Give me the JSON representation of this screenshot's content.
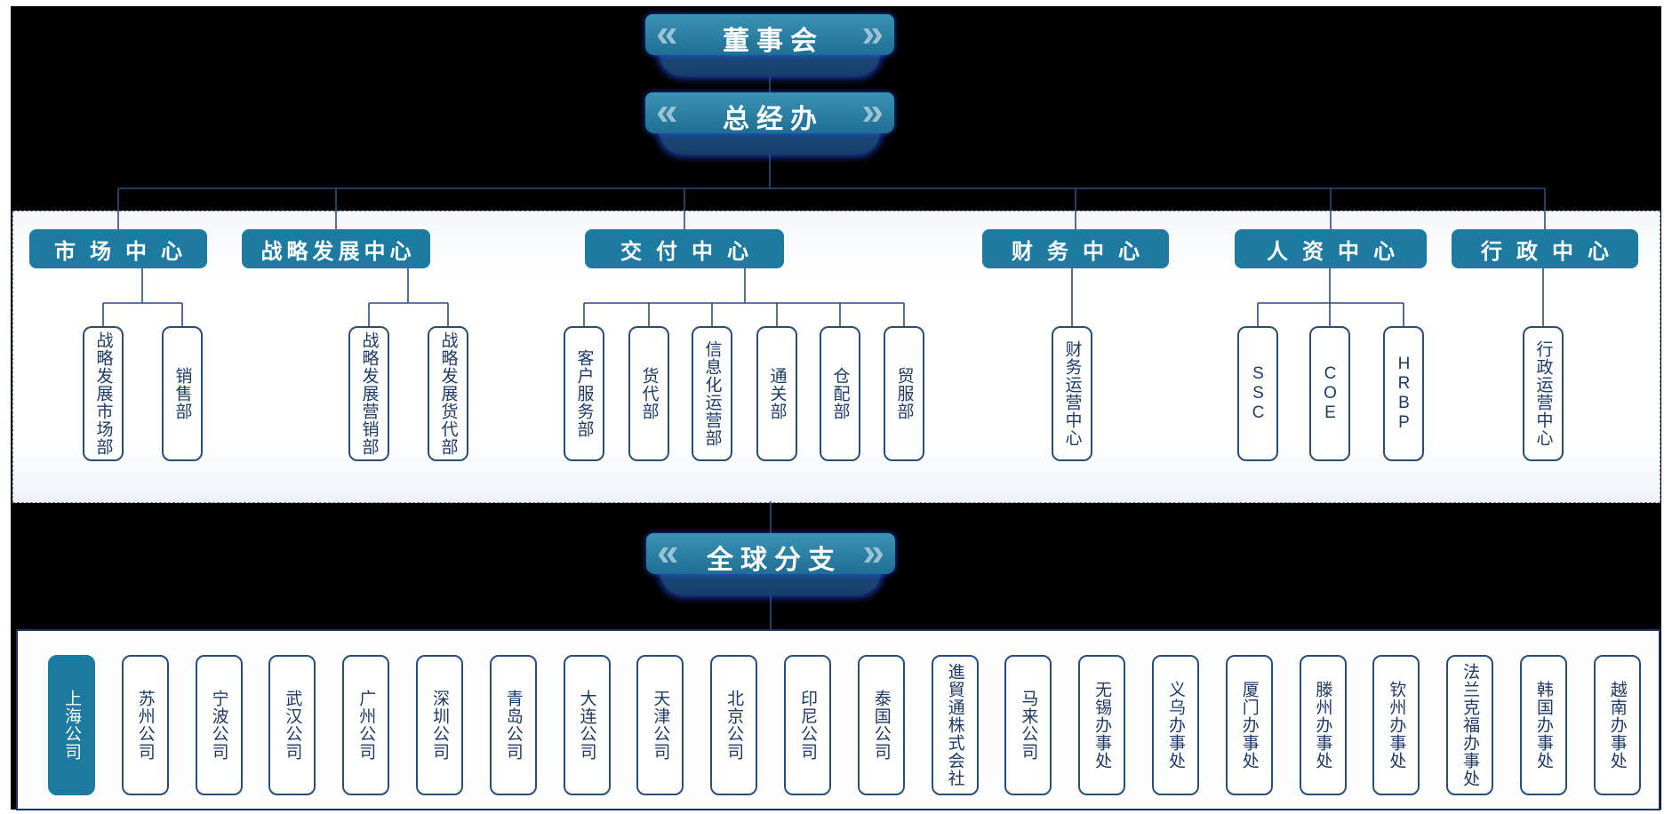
{
  "colors": {
    "accent_teal": "#1d7ba2",
    "badge_band_top": "#3a93b4",
    "badge_band_bottom": "#1f6e94",
    "badge_under": "#1e5a90",
    "badge_glow_blue": "#2855ff",
    "chevron_blue": "#9cc2d6",
    "connector_navy": "#2a4d7c",
    "box_border_navy": "#2a4d76",
    "box_text_navy": "#1e3a66",
    "backdrop": "#000000"
  },
  "icons": {
    "chevron_left": "«",
    "chevron_right": "»"
  },
  "hierarchy": {
    "board": {
      "label": "董事会"
    },
    "gm_office": {
      "label": "总经办"
    },
    "centers": [
      {
        "label": "市场中心",
        "departments": [
          "战略发展市场部",
          "销售部"
        ]
      },
      {
        "label": "战略发展中心",
        "departments": [
          "战略发展营销部",
          "战略发展货代部"
        ]
      },
      {
        "label": "交付中心",
        "departments": [
          "客户服务部",
          "货代部",
          "信息化运营部",
          "通关部",
          "仓配部",
          "贸服部"
        ]
      },
      {
        "label": "财务中心",
        "departments": [
          "财务运营中心"
        ]
      },
      {
        "label": "人资中心",
        "departments": [
          "SSC",
          "COE",
          "HRBP"
        ]
      },
      {
        "label": "行政中心",
        "departments": [
          "行政运营中心"
        ]
      }
    ],
    "global_branches": {
      "label": "全球分支",
      "items": [
        {
          "label": "上海公司",
          "highlighted": true
        },
        {
          "label": "苏州公司"
        },
        {
          "label": "宁波公司"
        },
        {
          "label": "武汉公司"
        },
        {
          "label": "广州公司"
        },
        {
          "label": "深圳公司"
        },
        {
          "label": "青岛公司"
        },
        {
          "label": "大连公司"
        },
        {
          "label": "天津公司"
        },
        {
          "label": "北京公司"
        },
        {
          "label": "印尼公司"
        },
        {
          "label": "泰国公司"
        },
        {
          "label": "進貿通株式会社"
        },
        {
          "label": "马来公司"
        },
        {
          "label": "无锡办事处"
        },
        {
          "label": "义乌办事处"
        },
        {
          "label": "厦门办事处"
        },
        {
          "label": "滕州办事处"
        },
        {
          "label": "钦州办事处"
        },
        {
          "label": "法兰克福办事处"
        },
        {
          "label": "韩国办事处"
        },
        {
          "label": "越南办事处"
        }
      ]
    }
  }
}
